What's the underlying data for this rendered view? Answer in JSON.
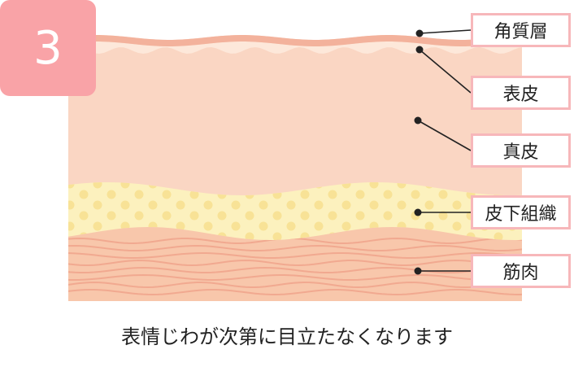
{
  "step_number": "3",
  "labels": [
    {
      "key": "stratum-corneum",
      "text": "角質層"
    },
    {
      "key": "epidermis",
      "text": "表皮"
    },
    {
      "key": "dermis",
      "text": "真皮"
    },
    {
      "key": "subcutaneous-tissue",
      "text": "皮下組織"
    },
    {
      "key": "muscle",
      "text": "筋肉"
    }
  ],
  "caption": "表情じわが次第に目立たなくなります",
  "colors": {
    "badge": "#f9a3a7",
    "stratum_corneum": "#f3b29c",
    "epidermis": "#fde8da",
    "dermis": "#fad6c3",
    "subcutaneous": "#fcf1be",
    "fat_dots": "#f8e296",
    "muscle": "#f8c7ab",
    "muscle_lines": "#f1a990",
    "label_border": "#f7b7ba"
  }
}
